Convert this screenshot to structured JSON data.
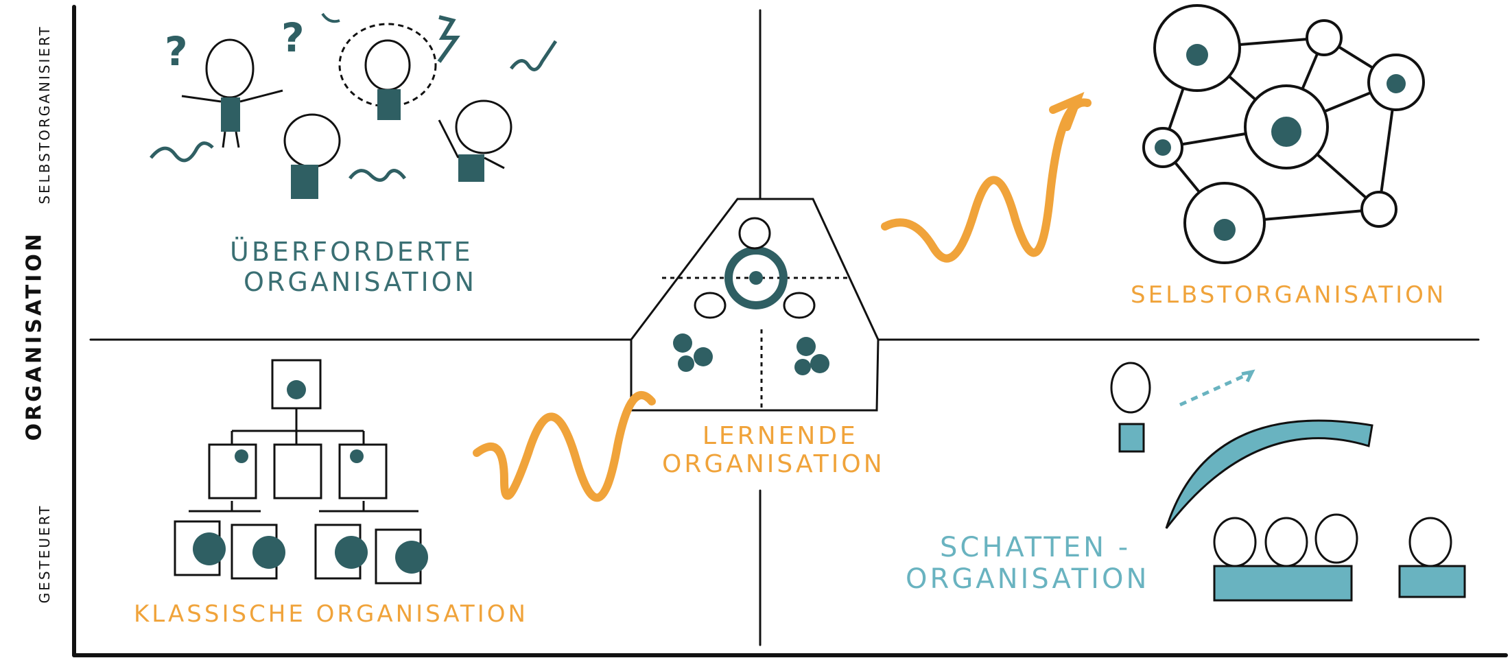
{
  "axis": {
    "y_title": "ORGANISATION",
    "y_top": "SELBSTORGANISIERT",
    "y_bottom": "GESTEUERT"
  },
  "quadrants": {
    "top_left": {
      "line1": "ÜBERFORDERTE",
      "line2": "ORGANISATION"
    },
    "top_right": {
      "line1": "SELBSTORGANISATION"
    },
    "bottom_left": {
      "line1": "KLASSISCHE ORGANISATION"
    },
    "bottom_right": {
      "line1": "SCHATTEN -",
      "line2": "ORGANISATION"
    },
    "center": {
      "line1": "LERNENDE",
      "line2": "ORGANISATION"
    }
  },
  "colors": {
    "teal": "#2f5f63",
    "orange": "#f0a33a",
    "lightblue": "#69b3c0",
    "ink": "#111111"
  }
}
